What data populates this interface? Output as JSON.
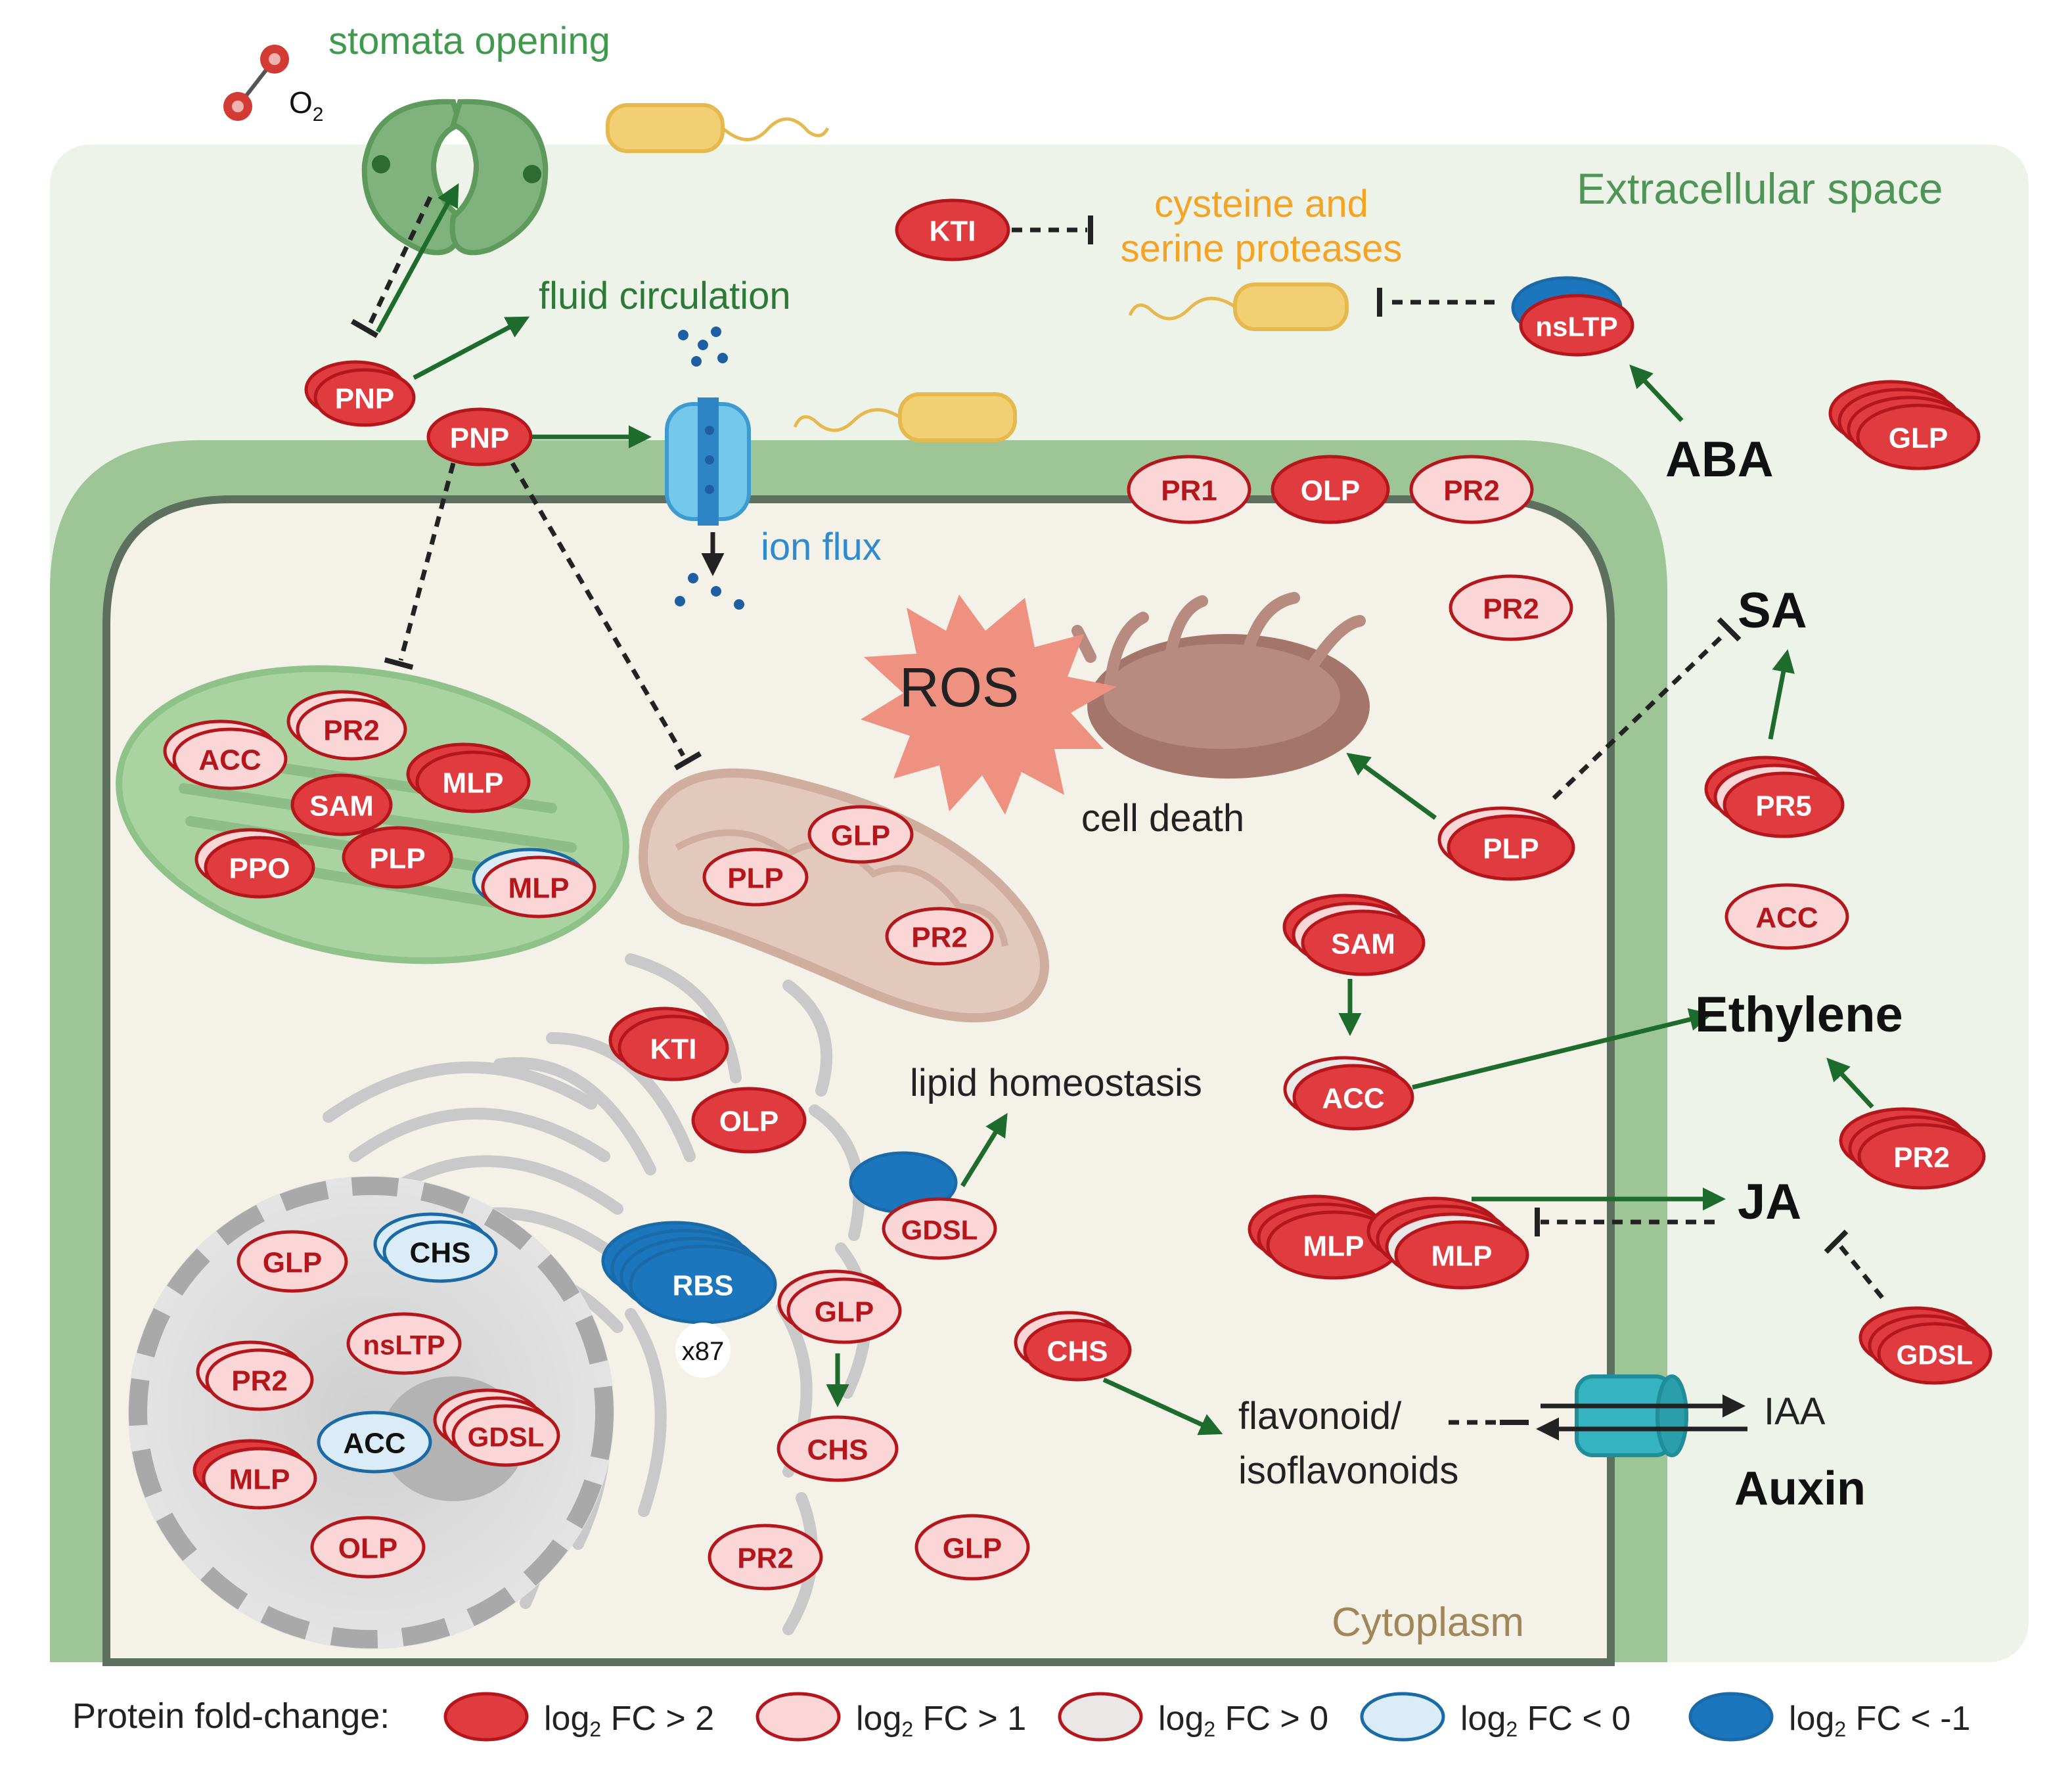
{
  "labels": {
    "stomata": "stomata opening",
    "o2": "O",
    "o2_sub": "2",
    "extracellular": "Extracellular space",
    "cysteine_line1": "cysteine and",
    "cysteine_line2": "serine proteases",
    "fluid": "fluid circulation",
    "ion_flux": "ion flux",
    "ros": "ROS",
    "cell_death": "cell death",
    "lipid": "lipid homeostasis",
    "flavonoid_line1": "flavonoid/",
    "flavonoid_line2": "isoflavonoids",
    "iaa": "IAA",
    "auxin": "Auxin",
    "aba": "ABA",
    "sa": "SA",
    "ethylene": "Ethylene",
    "ja": "JA",
    "cytoplasm": "Cytoplasm",
    "x87": "x87"
  },
  "proteins": {
    "kti_top": "KTI",
    "nsltp_top": "nsLTP",
    "glp_ext": "GLP",
    "pnp1": "PNP",
    "pnp2": "PNP",
    "pr1": "PR1",
    "olp_wall": "OLP",
    "pr2_wall": "PR2",
    "pr2_cyto": "PR2",
    "acc_chl": "ACC",
    "pr2_chl": "PR2",
    "sam_chl": "SAM",
    "mlp_chl": "MLP",
    "ppo_chl": "PPO",
    "plp_chl": "PLP",
    "mlp_chl2": "MLP",
    "glp_mito": "GLP",
    "plp_mito": "PLP",
    "pr2_mito": "PR2",
    "plp_death": "PLP",
    "pr5": "PR5",
    "acc_right": "ACC",
    "sam_right": "SAM",
    "acc_mid": "ACC",
    "pr2_eth": "PR2",
    "kti_er": "KTI",
    "olp_er": "OLP",
    "gdsl_er": "GDSL",
    "rbs": "RBS",
    "glp_er": "GLP",
    "chs_er": "CHS",
    "mlp_a": "MLP",
    "mlp_b": "MLP",
    "gdsl_ja": "GDSL",
    "chs_flav": "CHS",
    "glp_nuc": "GLP",
    "chs_nuc": "CHS",
    "nsltp_nuc": "nsLTP",
    "pr2_nuc": "PR2",
    "acc_nuc": "ACC",
    "gdsl_nuc": "GDSL",
    "mlp_nuc": "MLP",
    "olp_nuc": "OLP",
    "pr2_bottom": "PR2",
    "glp_bottom": "GLP"
  },
  "legend": {
    "title": "Protein fold-change:",
    "items": [
      {
        "pre": "log",
        "sub": "2",
        "post": " FC > 2",
        "color": "#e03c3f"
      },
      {
        "pre": "log",
        "sub": "2",
        "post": " FC > 1",
        "color": "#fbd6d6"
      },
      {
        "pre": "log",
        "sub": "2",
        "post": " FC > 0",
        "color": "#ebe7e7"
      },
      {
        "pre": "log",
        "sub": "2",
        "post": " FC < 0",
        "color": "#d9ecf8"
      },
      {
        "pre": "log",
        "sub": "2",
        "post": " FC < -1",
        "color": "#1b76be"
      }
    ]
  },
  "colors": {
    "fc_gt2": "#e03c3f",
    "fc_gt1": "#fbd6d6",
    "fc_gt0": "#ebe7e7",
    "fc_lt0": "#d9ecf8",
    "fc_ltm1": "#1b76be",
    "outline_red": "#b5161c",
    "outline_blue": "#1b6aa8",
    "arrow_green": "#1e6b2e",
    "cell_wall": "#9dc596",
    "extracellular_bg": "#eef3ea",
    "cytoplasm_bg": "#f3f1e8"
  }
}
